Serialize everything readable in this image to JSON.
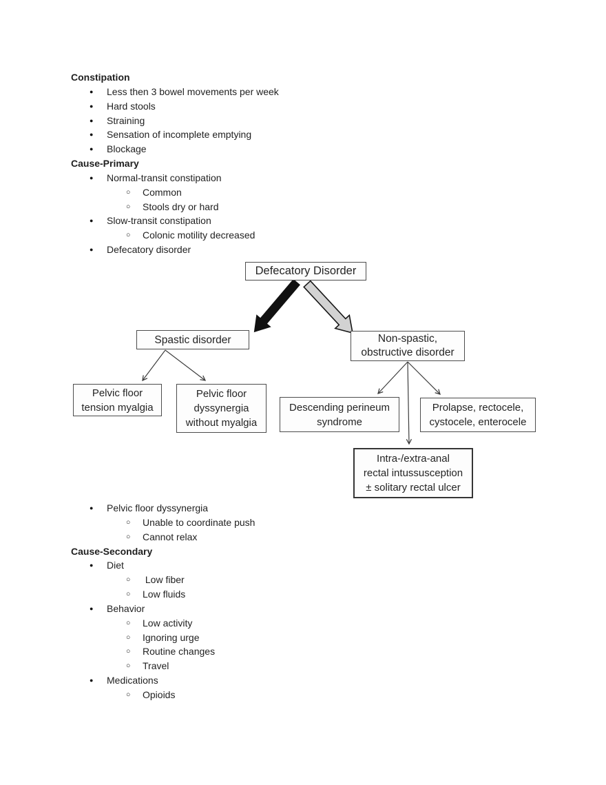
{
  "colors": {
    "page_bg": "#ffffff",
    "text": "#1f1f1f",
    "box_border": "#4b4b4b",
    "arrow_black": "#111111",
    "arrow_gray_fill": "#d2d2d2",
    "thin_arrow": "#3c3c3c"
  },
  "icons": {
    "bullet_filled": "●",
    "bullet_hollow": "○"
  },
  "outline": [
    {
      "level": "heading",
      "text": "Constipation"
    },
    {
      "level": "bullet",
      "text": "Less then 3 bowel movements per week"
    },
    {
      "level": "bullet",
      "text": "Hard stools"
    },
    {
      "level": "bullet",
      "text": "Straining"
    },
    {
      "level": "bullet",
      "text": "Sensation of incomplete emptying"
    },
    {
      "level": "bullet",
      "text": "Blockage"
    },
    {
      "level": "heading",
      "text": "Cause-Primary"
    },
    {
      "level": "bullet",
      "text": "Normal-transit constipation"
    },
    {
      "level": "sub",
      "text": "Common"
    },
    {
      "level": "sub",
      "text": "Stools dry or hard"
    },
    {
      "level": "bullet",
      "text": "Slow-transit constipation"
    },
    {
      "level": "sub",
      "text": "Colonic motility decreased"
    },
    {
      "level": "bullet",
      "text": "Defecatory disorder"
    },
    {
      "level": "bullet",
      "text": "Pelvic floor dyssynergia"
    },
    {
      "level": "sub",
      "text": "Unable to coordinate push"
    },
    {
      "level": "sub",
      "text": "Cannot relax"
    },
    {
      "level": "heading",
      "text": "Cause-Secondary"
    },
    {
      "level": "bullet",
      "text": "Diet"
    },
    {
      "level": "sub",
      "text": " Low fiber"
    },
    {
      "level": "sub",
      "text": "Low fluids"
    },
    {
      "level": "bullet",
      "text": "Behavior"
    },
    {
      "level": "sub",
      "text": "Low activity"
    },
    {
      "level": "sub",
      "text": "Ignoring urge"
    },
    {
      "level": "sub",
      "text": "Routine changes"
    },
    {
      "level": "sub",
      "text": "Travel"
    },
    {
      "level": "bullet",
      "text": "Medications"
    },
    {
      "level": "sub",
      "text": "Opioids"
    }
  ],
  "diagram": {
    "boxes": [
      {
        "name": "defecatory-disorder",
        "text": "Defecatory Disorder"
      },
      {
        "name": "spastic-disorder",
        "text": "Spastic disorder"
      },
      {
        "name": "non-spastic-obstructive-disorder",
        "text": "Non-spastic,\nobstructive disorder"
      },
      {
        "name": "pelvic-floor-tension-myalgia",
        "text": "Pelvic floor\ntension myalgia"
      },
      {
        "name": "pelvic-floor-dyssynergia-without-myalgia",
        "text": "Pelvic floor\ndyssynergia\nwithout myalgia"
      },
      {
        "name": "descending-perineum-syndrome",
        "text": "Descending perineum\nsyndrome"
      },
      {
        "name": "prolapse-rectocele-cystocele-enterocele",
        "text": "Prolapse, rectocele,\ncystocele, enterocele"
      },
      {
        "name": "intra-extra-anal-rectal-intussusception",
        "text": "Intra-/extra-anal\nrectal intussusception\n± solitary rectal ulcer"
      }
    ],
    "edges": [
      {
        "from": "Defecatory Disorder",
        "to": "Spastic disorder",
        "style": "block-arrow-black"
      },
      {
        "from": "Defecatory Disorder",
        "to": "Non-spastic, obstructive disorder",
        "style": "block-arrow-gray"
      },
      {
        "from": "Spastic disorder",
        "to": "Pelvic floor tension myalgia",
        "style": "thin-arrow"
      },
      {
        "from": "Spastic disorder",
        "to": "Pelvic floor dyssynergia without myalgia",
        "style": "thin-arrow"
      },
      {
        "from": "Non-spastic, obstructive disorder",
        "to": "Descending perineum syndrome",
        "style": "thin-arrow"
      },
      {
        "from": "Non-spastic, obstructive disorder",
        "to": "Prolapse, rectocele, cystocele, enterocele",
        "style": "thin-arrow"
      },
      {
        "from": "Non-spastic, obstructive disorder",
        "to": "Intra-/extra-anal rectal intussusception ± solitary rectal ulcer",
        "style": "thin-arrow"
      }
    ]
  }
}
